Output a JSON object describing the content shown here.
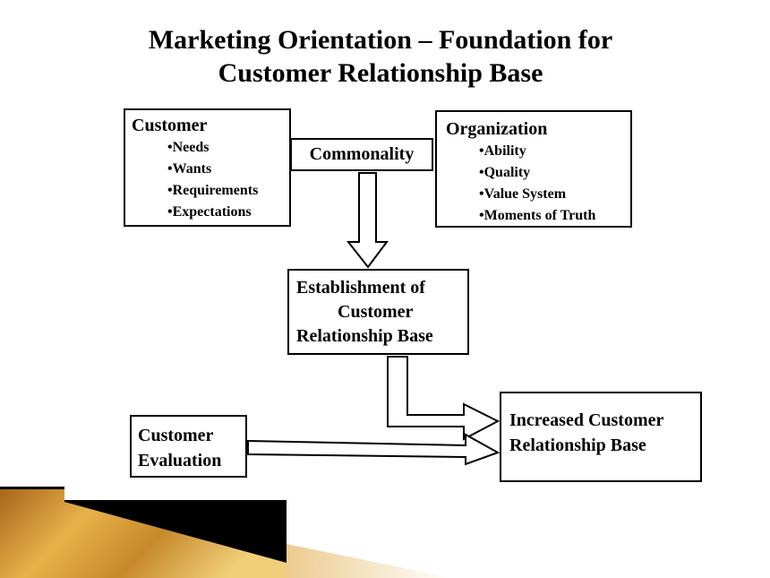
{
  "title": {
    "line1": "Marketing Orientation – Foundation for",
    "line2": "Customer Relationship Base"
  },
  "customer": {
    "heading": "Customer",
    "items": [
      "Needs",
      "Wants",
      "Requirements",
      "Expectations"
    ]
  },
  "organization": {
    "heading": "Organization",
    "items": [
      "Ability",
      "Quality",
      "Value System",
      "Moments of Truth"
    ]
  },
  "commonality": {
    "label": "Commonality"
  },
  "establishment": {
    "line1": "Establishment of",
    "line2": "Customer",
    "line3": "Relationship Base"
  },
  "increased": {
    "line1": "Increased  Customer",
    "line2": "Relationship Base"
  },
  "evaluation": {
    "line1": "Customer",
    "line2": "Evaluation"
  },
  "colors": {
    "background": "#ffffff",
    "text": "#000000",
    "decor_gold": "#d99a2b",
    "decor_black": "#000000"
  }
}
